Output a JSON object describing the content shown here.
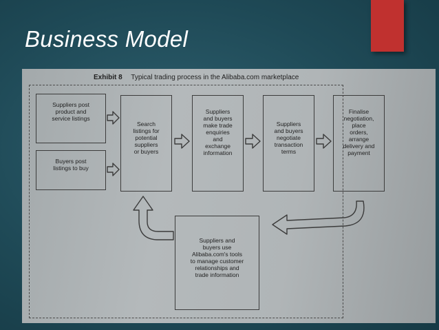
{
  "slide": {
    "title": "Business Model",
    "accent_color": "#c0312f"
  },
  "exhibit": {
    "number": "Exhibit 8",
    "caption": "Typical trading process in the Alibaba.com marketplace"
  },
  "diagram": {
    "nodes": [
      {
        "id": "suppliers-post",
        "lines": [
          "Suppliers post",
          "product and",
          "service listings"
        ]
      },
      {
        "id": "buyers-post",
        "lines": [
          "Buyers post",
          "listings to buy"
        ]
      },
      {
        "id": "search",
        "lines": [
          "Search",
          "listings for",
          "potential",
          "suppliers",
          "or buyers"
        ]
      },
      {
        "id": "enquiries",
        "lines": [
          "Suppliers",
          "and buyers",
          "make trade",
          "enquiries",
          "and",
          "exchange",
          "information"
        ]
      },
      {
        "id": "negotiate",
        "lines": [
          "Suppliers",
          "and buyers",
          "negotiate",
          "transaction",
          "terms"
        ]
      },
      {
        "id": "finalise",
        "lines": [
          "Finalise",
          "negotiation,",
          "place",
          "orders,",
          "arrange",
          "delivery and",
          "payment"
        ]
      },
      {
        "id": "tools",
        "lines": [
          "Suppliers and",
          "buyers use",
          "Alibaba.com's tools",
          "to manage customer",
          "relationships and",
          "trade information"
        ]
      }
    ],
    "edges": [
      {
        "from": "suppliers-post",
        "to": "search"
      },
      {
        "from": "buyers-post",
        "to": "search"
      },
      {
        "from": "search",
        "to": "enquiries"
      },
      {
        "from": "enquiries",
        "to": "negotiate"
      },
      {
        "from": "negotiate",
        "to": "finalise"
      },
      {
        "from": "finalise",
        "to": "tools"
      },
      {
        "from": "tools",
        "to": "search"
      }
    ]
  }
}
